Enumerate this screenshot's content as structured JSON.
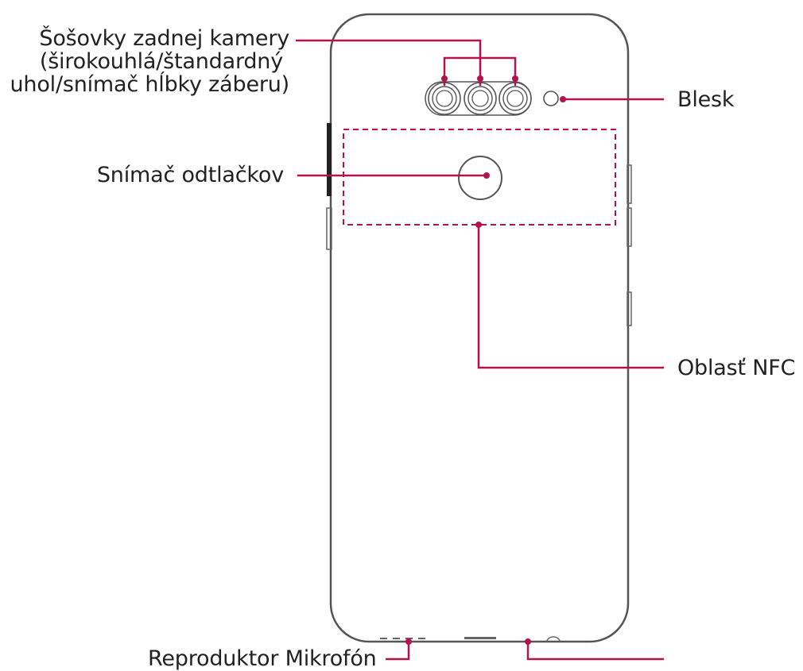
{
  "labels": {
    "camera_lenses": [
      "Šošovky zadnej kamery",
      "(širokouhlá/štandardný",
      "uhol/snímač hĺbky záberu)"
    ],
    "flash": "Blesk",
    "fingerprint": "Snímač odtlačkov",
    "nfc": "Oblasť NFC",
    "speaker_mic": "Reproduktor Mikrofón"
  },
  "colors": {
    "accent": "#b5114f",
    "outline": "#555555",
    "text": "#222222"
  }
}
